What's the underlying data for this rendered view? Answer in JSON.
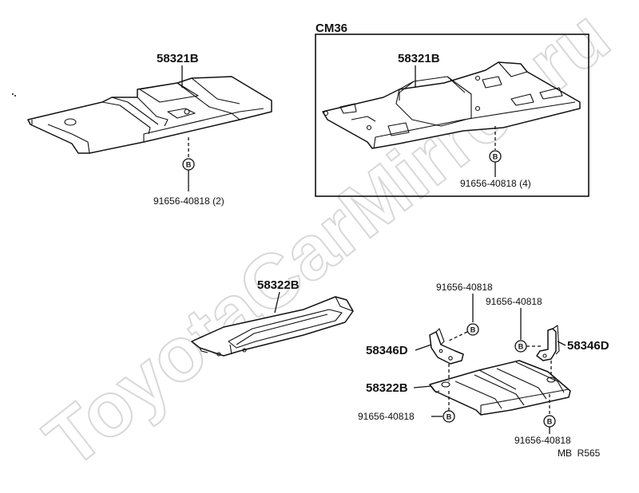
{
  "watermark": "ToyotaCarMirror.ru",
  "variant_box": {
    "label": "CM36"
  },
  "callouts": {
    "top_left_cover": "58321B",
    "top_left_bolt": "91656-40818 (2)",
    "cm36_cover": "58321B",
    "cm36_bolt": "91656-40818 (4)",
    "mid_cover": "58322B",
    "br_bolt_top": "91656-40818",
    "br_bolt_right": "91656-40818",
    "br_bracket_left": "58346D",
    "br_bracket_right": "58346D",
    "br_cover": "58322B",
    "br_bolt_left": "91656-40818",
    "br_bolt_bottom": "91656-40818"
  },
  "bolt_symbol": "B",
  "figure_code": "MB  R565"
}
